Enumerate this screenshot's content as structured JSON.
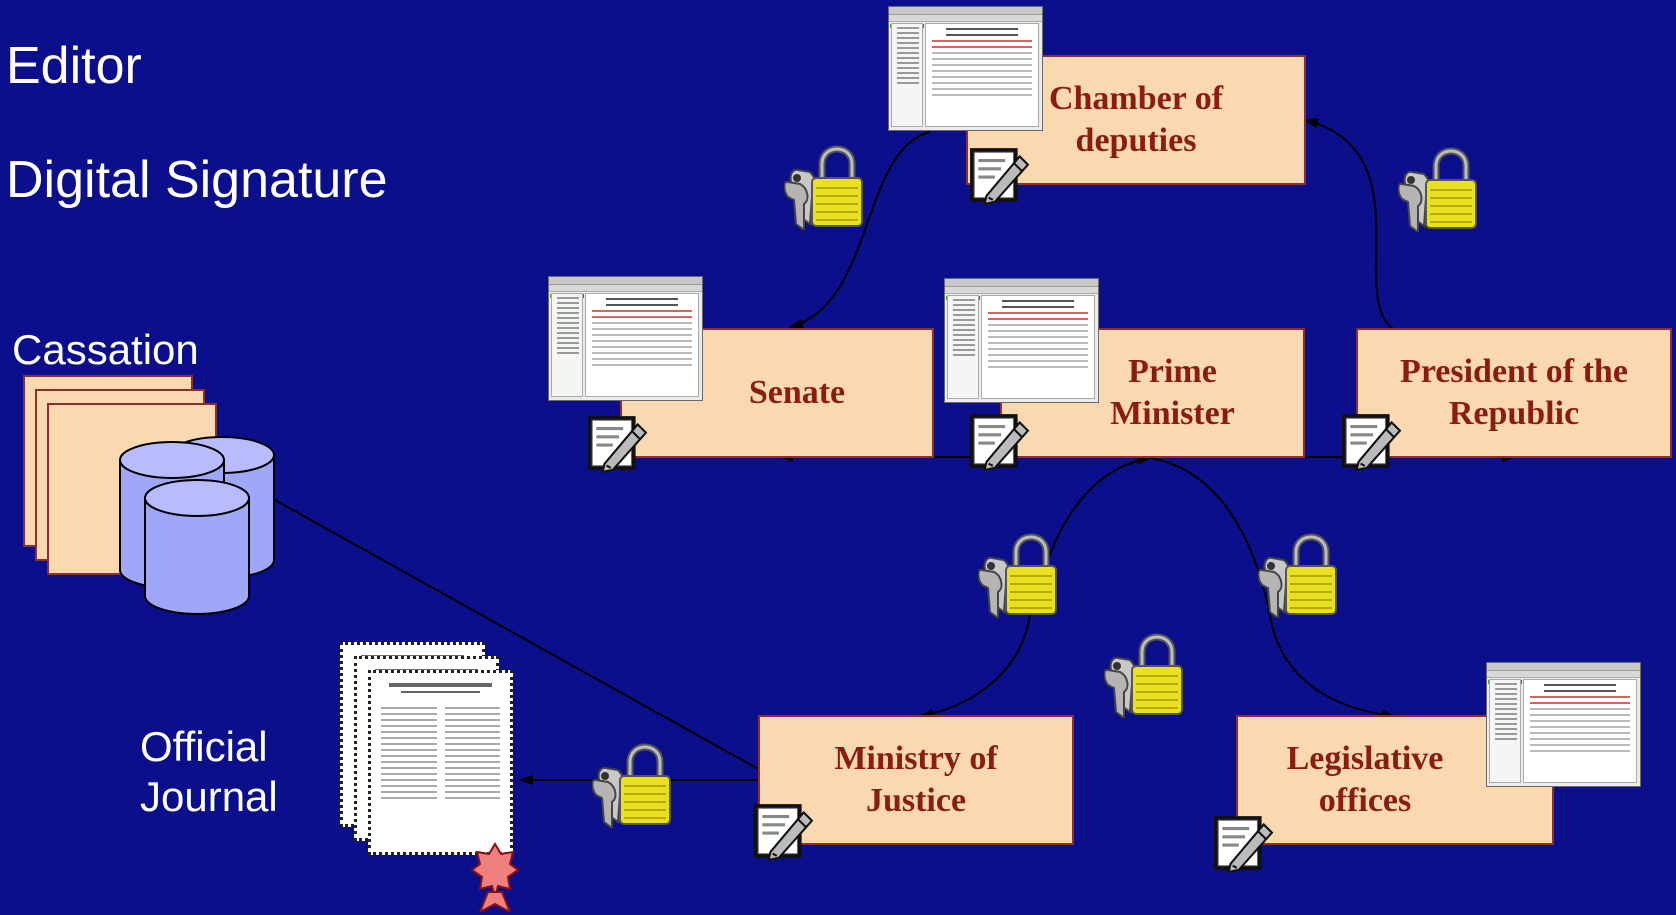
{
  "sidebar": {
    "editor": "Editor",
    "digital_signature": "Digital Signature",
    "cassation": "Cassation",
    "official_journal": "Official\nJournal"
  },
  "nodes": {
    "chamber": "Chamber of\ndeputies",
    "senate": "Senate",
    "prime_minister": "Prime\nMinister",
    "president": "President of the\nRepublic",
    "justice": "Ministry of\nJustice",
    "legislative": "Legislative\noffices"
  },
  "colors": {
    "background": "#0c0f8c",
    "box_fill": "#fad8b0",
    "box_text": "#8b1c10",
    "database": "#a0a6f8"
  },
  "icons": {
    "signature": "pen-document-icon",
    "security": "lock-keys-icon",
    "database": "database-icon",
    "seal": "seal-icon"
  }
}
